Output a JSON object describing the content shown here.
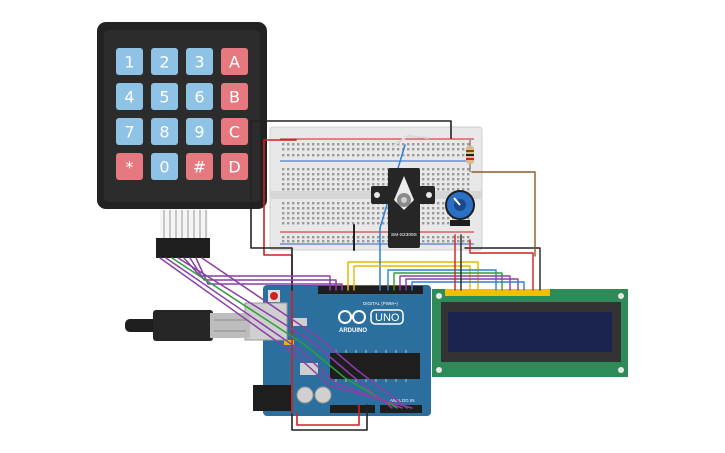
{
  "keypad": {
    "rows": [
      [
        "1",
        "2",
        "3",
        "A"
      ],
      [
        "4",
        "5",
        "6",
        "B"
      ],
      [
        "7",
        "8",
        "9",
        "C"
      ],
      [
        "*",
        "0",
        "#",
        "D"
      ]
    ],
    "colors": {
      "number_key": "#8ec3e6",
      "letter_key": "#e6787f",
      "body": "#222222"
    }
  },
  "servo": {
    "model": "SM-S2309S"
  },
  "arduino": {
    "logo_text": "ARDUINO",
    "model_text": "UNO",
    "digital_label": "DIGITAL (PWM~)",
    "analog_label": "ANALOG IN",
    "board_color": "#2b6f9e"
  },
  "lcd": {
    "pcb_color": "#2e8b57",
    "screen_color": "#1b2350"
  },
  "colors": {
    "breadboard": "#e8e8e8",
    "wire_red": "#d02020",
    "wire_black": "#222222",
    "wire_yellow": "#e6b800",
    "wire_blue": "#2f7fd6",
    "wire_green": "#2e9e3a",
    "wire_purple": "#8a3fa8",
    "wire_brown": "#8b5a2b",
    "wire_white": "#d9d9d9"
  }
}
